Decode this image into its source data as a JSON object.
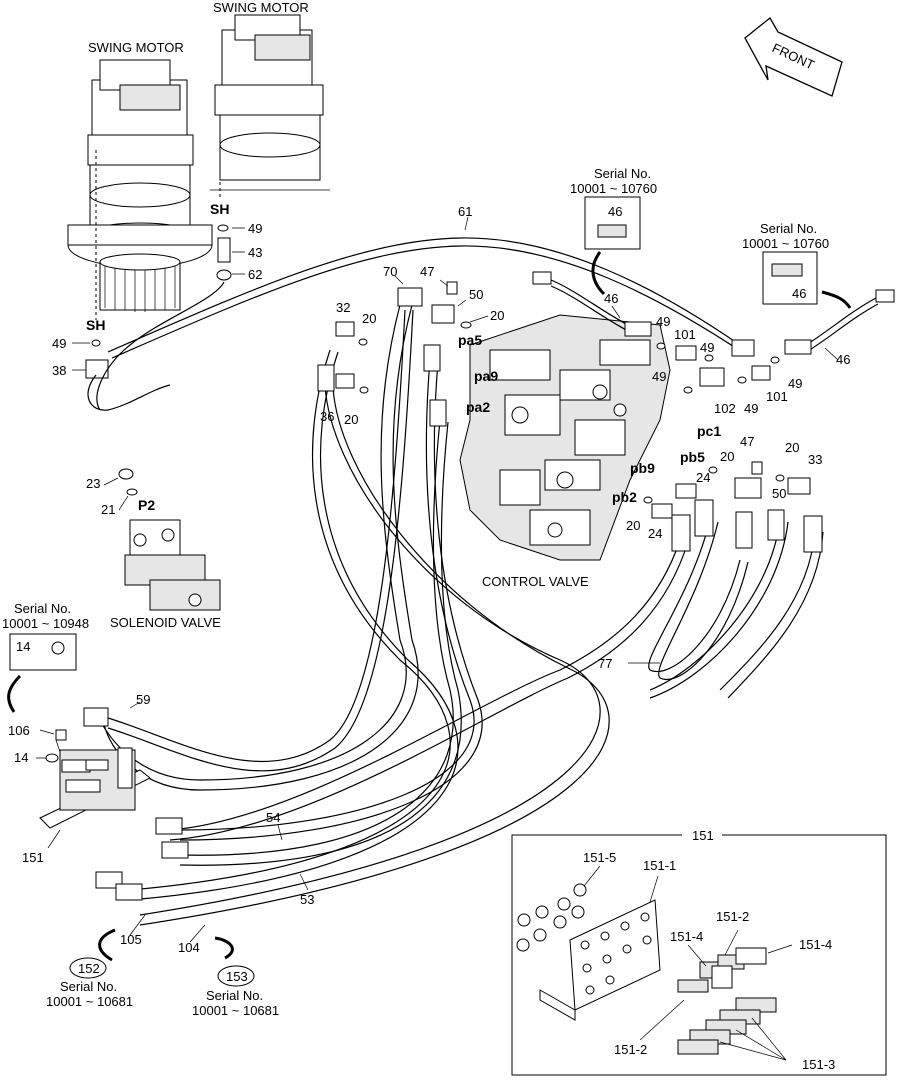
{
  "titles": {
    "swing_motor_1": "SWING MOTOR",
    "swing_motor_2": "SWING MOTOR",
    "control_valve": "CONTROL VALVE",
    "solenoid_valve": "SOLENOID VALVE",
    "front": "FRONT"
  },
  "serial_notes": {
    "s46_top_line1": "Serial No.",
    "s46_top_line2": "10001 ~ 10760",
    "s46_right_line1": "Serial No.",
    "s46_right_line2": "10001 ~ 10760",
    "s14_line1": "Serial No.",
    "s14_line2": "10001 ~ 10948",
    "s152_line1": "Serial No.",
    "s152_line2": "10001 ~ 10681",
    "s153_line1": "Serial No.",
    "s153_line2": "10001 ~ 10681"
  },
  "ports": {
    "sh_top": "SH",
    "sh_left": "SH",
    "p2": "P2",
    "pa5": "pa5",
    "pa9": "pa9",
    "pa2": "pa2",
    "pc1": "pc1",
    "pb5": "pb5",
    "pb9": "pb9",
    "pb2": "pb2"
  },
  "callouts": {
    "c49a": "49",
    "c43": "43",
    "c62": "62",
    "c61": "61",
    "c70": "70",
    "c47a": "47",
    "c50a": "50",
    "c20a": "20",
    "c32": "32",
    "c20b": "20",
    "c49b": "49",
    "c38": "38",
    "c36": "36",
    "c20c": "20",
    "c46a": "46",
    "c46b": "46",
    "c46c": "46",
    "c46d": "46",
    "c49c": "49",
    "c101a": "101",
    "c49d": "49",
    "c49e": "49",
    "c102": "102",
    "c49f": "49",
    "c101b": "101",
    "c49g": "49",
    "c47b": "47",
    "c20d": "20",
    "c33": "33",
    "c20e": "20",
    "c24a": "24",
    "c50b": "50",
    "c20f": "20",
    "c24b": "24",
    "c77": "77",
    "c23": "23",
    "c21": "21",
    "c14a": "14",
    "c106": "106",
    "c14b": "14",
    "c59": "59",
    "c151a": "151",
    "c54": "54",
    "c53": "53",
    "c105": "105",
    "c104": "104",
    "c152": "152",
    "c153": "153",
    "c151b": "151",
    "c151_5": "151-5",
    "c151_1": "151-1",
    "c151_2a": "151-2",
    "c151_4a": "151-4",
    "c151_4b": "151-4",
    "c151_2b": "151-2",
    "c151_3": "151-3"
  }
}
